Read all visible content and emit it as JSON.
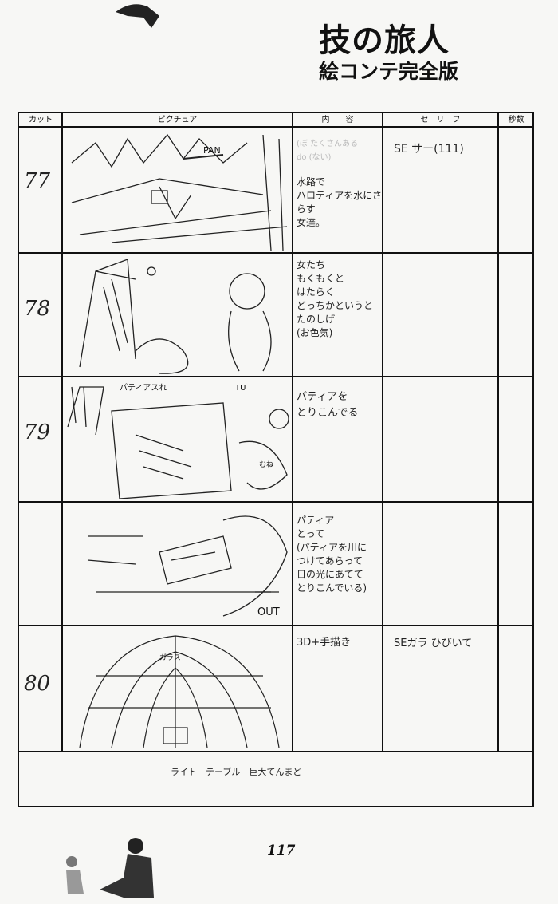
{
  "header": {
    "title": "技の旅人",
    "subtitle": "絵コンテ完全版"
  },
  "table": {
    "columns": [
      "カット",
      "ピクチュア",
      "内　　容",
      "セ　リ　フ",
      "秒数"
    ],
    "rows": [
      {
        "cut": "77",
        "picture_notes": [
          "PAN"
        ],
        "content": "水路で\nハロティアを水にさらす\n女達。",
        "content_faint": "(ぼ たくさんある\ndo (ない)",
        "dialogue": "SE サー(111)"
      },
      {
        "cut": "78",
        "picture_notes": [],
        "content": "女たち\nもくもくと\nはたらく\nどっちかというと\nたのしげ\n(お色気)",
        "content_faint": "",
        "dialogue": ""
      },
      {
        "cut": "79",
        "picture_notes": [
          "パティアスれ",
          "TU",
          "むね"
        ],
        "content": "パティアを\nとりこんでる",
        "content_faint": "",
        "dialogue": ""
      },
      {
        "cut": "",
        "picture_notes": [
          "OUT"
        ],
        "content": "パティア\nとって\n(パティアを川に\nつけてあらって\n日の光にあてて\nとりこんでいる)",
        "content_faint": "",
        "dialogue": ""
      },
      {
        "cut": "80",
        "picture_notes": [
          "ガラス"
        ],
        "content": "3D+手描き",
        "content_faint": "",
        "dialogue": "SEガラ ひびいて"
      }
    ],
    "bottom_note": "ライト　テーブル　巨大てんまど"
  },
  "footer": {
    "page_number": "117"
  }
}
